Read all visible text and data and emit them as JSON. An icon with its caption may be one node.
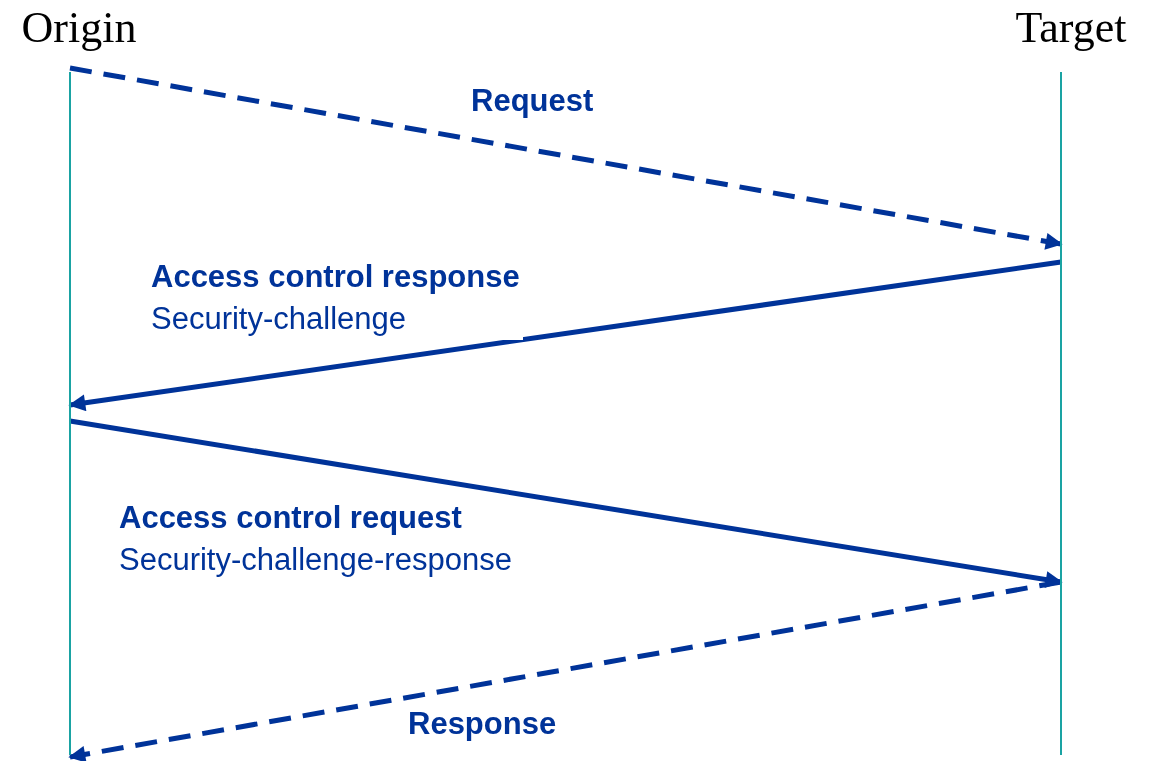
{
  "diagram": {
    "nodes": [
      {
        "text": [
          "Origin"
        ]
      },
      {
        "text": [
          "Target"
        ]
      }
    ],
    "edges": [
      {
        "from": 0,
        "to": 1,
        "arrow": "to",
        "label": "Request",
        "style": "dashed"
      },
      {
        "from": 1,
        "to": 0,
        "arrow": "to",
        "label": "**Access control response** Security-challenge"
      },
      {
        "from": 0,
        "to": 1,
        "arrow": "to",
        "label": "**Access control request** Security-challenge-response"
      },
      {
        "from": 1,
        "to": 0,
        "arrow": "to",
        "label": "Response",
        "style": "dashed"
      }
    ]
  }
}
